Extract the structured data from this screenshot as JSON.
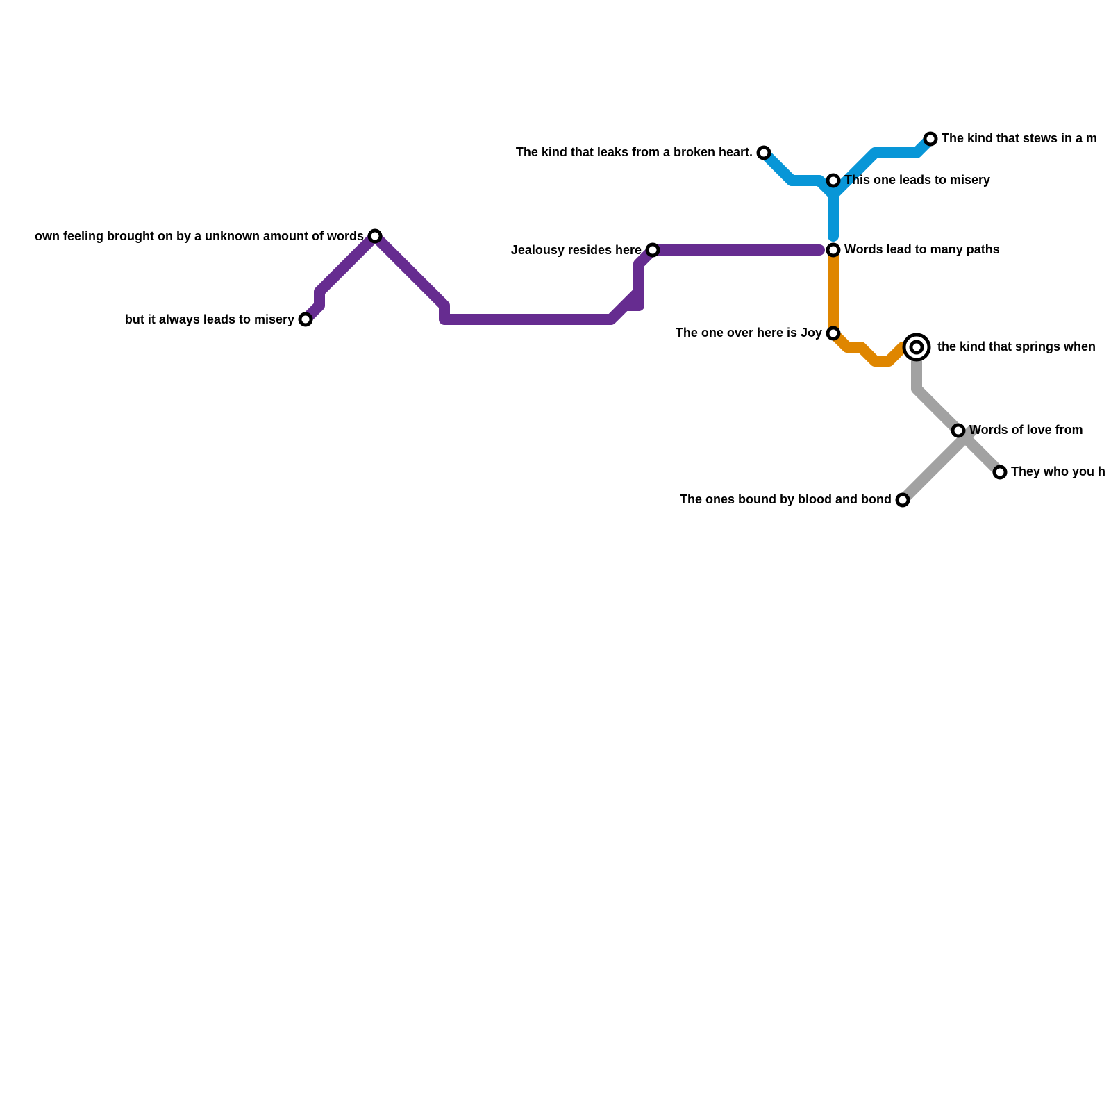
{
  "lines": [
    {
      "id": "purple",
      "color": "#662c90"
    },
    {
      "id": "blue",
      "color": "#0896d7"
    },
    {
      "id": "orange",
      "color": "#df8600"
    },
    {
      "id": "gray",
      "color": "#a2a2a2"
    }
  ],
  "stations": [
    {
      "id": "unknown-feeling",
      "label": "own feeling brought on by a unknown amount of words",
      "interchange": false
    },
    {
      "id": "always-misery",
      "label": "but it always leads to misery",
      "interchange": false
    },
    {
      "id": "jealousy",
      "label": "Jealousy resides here",
      "interchange": false
    },
    {
      "id": "broken-heart",
      "label": "The kind that leaks from a broken heart.",
      "interchange": false
    },
    {
      "id": "stews",
      "label": "The kind that stews in a m",
      "interchange": false
    },
    {
      "id": "leads-to-misery",
      "label": "This one leads to misery",
      "interchange": false
    },
    {
      "id": "many-paths",
      "label": "Words lead to many paths",
      "interchange": false
    },
    {
      "id": "joy",
      "label": "The one over here is Joy",
      "interchange": false
    },
    {
      "id": "springs-when",
      "label": "the kind that springs when",
      "interchange": true
    },
    {
      "id": "love-from",
      "label": "Words of love from",
      "interchange": false
    },
    {
      "id": "they-who",
      "label": "They who you h",
      "interchange": false
    },
    {
      "id": "blood-and-bond",
      "label": "The ones bound by blood and bond",
      "interchange": false
    }
  ]
}
